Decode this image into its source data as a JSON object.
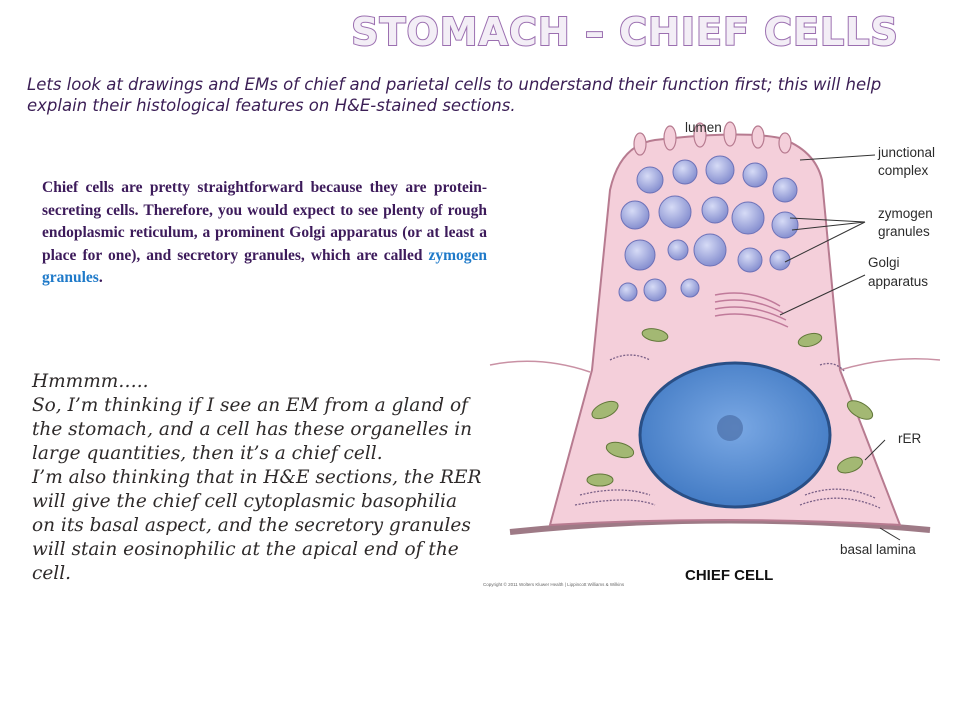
{
  "title": "STOMACH – CHIEF CELLS",
  "intro": "Lets look at drawings and EMs of chief and parietal cells to understand their function first; this will help explain their histological features on H&E-stained sections.",
  "chief_text": {
    "part1": "Chief cells are pretty straightforward because they are protein-secreting cells.  Therefore, you would expect to see plenty of rough endoplasmic reticulum, a prominent Golgi apparatus (or at least a place for one), and secretory granules, which are called ",
    "keyword": "zymogen granules",
    "part2": "."
  },
  "thinking": {
    "line1": "Hmmmm…..",
    "line2": "So, I’m thinking if I see an EM from a gland of the stomach, and a cell has these organelles in large quantities, then it’s a chief cell.",
    "line3": "I’m also thinking that in H&E sections, the RER will give the chief cell cytoplasmic basophilia on its basal aspect, and the secretory granules will stain eosinophilic at the apical end of the cell."
  },
  "diagram": {
    "labels": {
      "lumen": "lumen",
      "junctional_1": "junctional",
      "junctional_2": "complex",
      "zymogen_1": "zymogen",
      "zymogen_2": "granules",
      "golgi_1": "Golgi",
      "golgi_2": "apparatus",
      "rer": "rER",
      "basal": "basal lamina"
    },
    "caption": "CHIEF CELL",
    "copyright": "Copyright © 2011 Wolters Kluwer Health | Lippincott Williams & Wilkins",
    "colors": {
      "cytoplasm": "#f3cdd8",
      "granule": "#9aa3dc",
      "nucleus": "#5a8fd1",
      "mito": "#9bb36a",
      "rer": "#7a5f86"
    }
  }
}
